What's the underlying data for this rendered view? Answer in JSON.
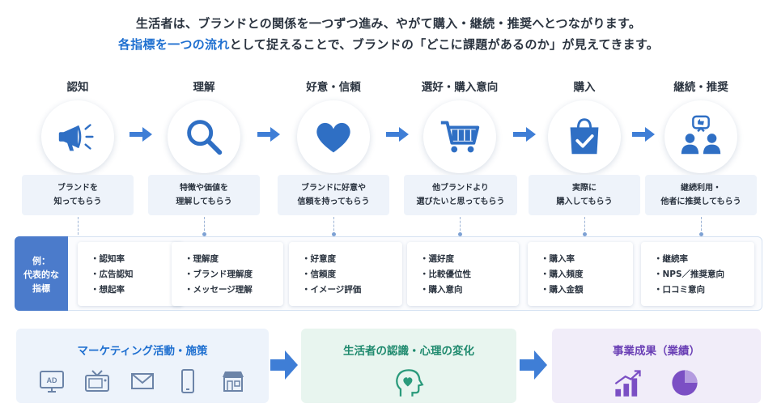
{
  "headline": {
    "line1": "生活者は、ブランドとの関係を一つずつ進み、やがて購入・継続・推奨へとつながります。",
    "line2_highlight": "各指標を一つの流れ",
    "line2_rest": "として捉えることで、ブランドの「どこに課題があるのか」が見えてきます。"
  },
  "stages": [
    {
      "title": "認知",
      "icon": "megaphone-icon",
      "desc1": "ブランドを",
      "desc2": "知ってもらう"
    },
    {
      "title": "理解",
      "icon": "magnifier-icon",
      "desc1": "特徴や価値を",
      "desc2": "理解してもらう"
    },
    {
      "title": "好意・信頼",
      "icon": "heart-icon",
      "desc1": "ブランドに好意や",
      "desc2": "信頼を持ってもらう"
    },
    {
      "title": "選好・購入意向",
      "icon": "cart-icon",
      "desc1": "他ブランドより",
      "desc2": "選びたいと思ってもらう"
    },
    {
      "title": "購入",
      "icon": "shopping-bag-check-icon",
      "desc1": "実際に",
      "desc2": "購入してもらう"
    },
    {
      "title": "継続・推奨",
      "icon": "people-like-icon",
      "desc1": "継続利用・",
      "desc2": "他者に推奨してもらう"
    }
  ],
  "examples": {
    "label1": "例：",
    "label2": "代表的な",
    "label3": "指標",
    "groups": [
      [
        "認知率",
        "広告認知",
        "想起率"
      ],
      [
        "理解度",
        "ブランド理解度",
        "メッセージ理解"
      ],
      [
        "好意度",
        "信頼度",
        "イメージ評価"
      ],
      [
        "選好度",
        "比較優位性",
        "購入意向"
      ],
      [
        "購入率",
        "購入頻度",
        "購入金額"
      ],
      [
        "継続率",
        "NPS／推奨意向",
        "口コミ意向"
      ]
    ]
  },
  "bottom": {
    "marketing_title": "マーケティング活動・施策",
    "consumer_title": "生活者の認識・心理の変化",
    "business_title": "事業成果（業績）",
    "ad_label": "AD",
    "marketing_color": "#1e6fd0",
    "consumer_color": "#1f8a6e",
    "business_color": "#6a3fb5"
  },
  "colors": {
    "accent": "#1e6fd0",
    "icon_blue": "#2f6fc4",
    "arrow": "#3f7ed6"
  }
}
